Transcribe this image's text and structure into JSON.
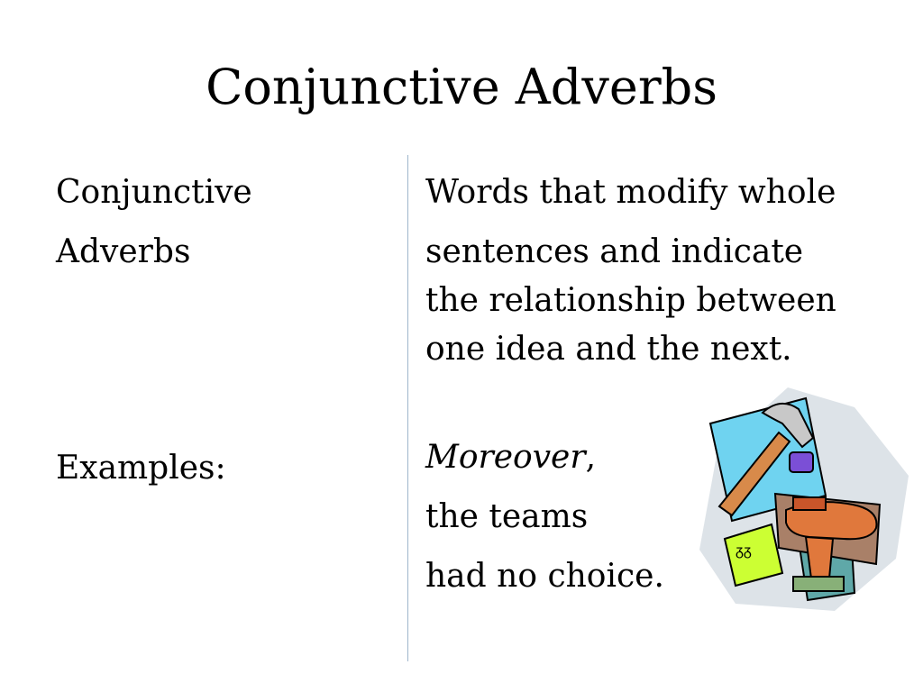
{
  "slide": {
    "title": "Conjunctive Adverbs",
    "left": {
      "term_line1": "Conjunctive",
      "term_line2": "Adverbs",
      "examples_label": "Examples:"
    },
    "right": {
      "definition_lines": [
        "Words that modify whole",
        "sentences and indicate",
        "the relationship between",
        "one idea and the next."
      ],
      "example_word": "Moreover",
      "example_punct": ",",
      "example_lines": [
        "the teams",
        "had no choice."
      ]
    },
    "clipart": {
      "icon": "hammer-and-shoe-clipart-icon"
    },
    "colors": {
      "divider": "#9fb6cc",
      "clip_sky": "#6fd3f0",
      "clip_green": "#ccff33",
      "clip_brown": "#a98068",
      "clip_orange": "#e0783c"
    }
  }
}
